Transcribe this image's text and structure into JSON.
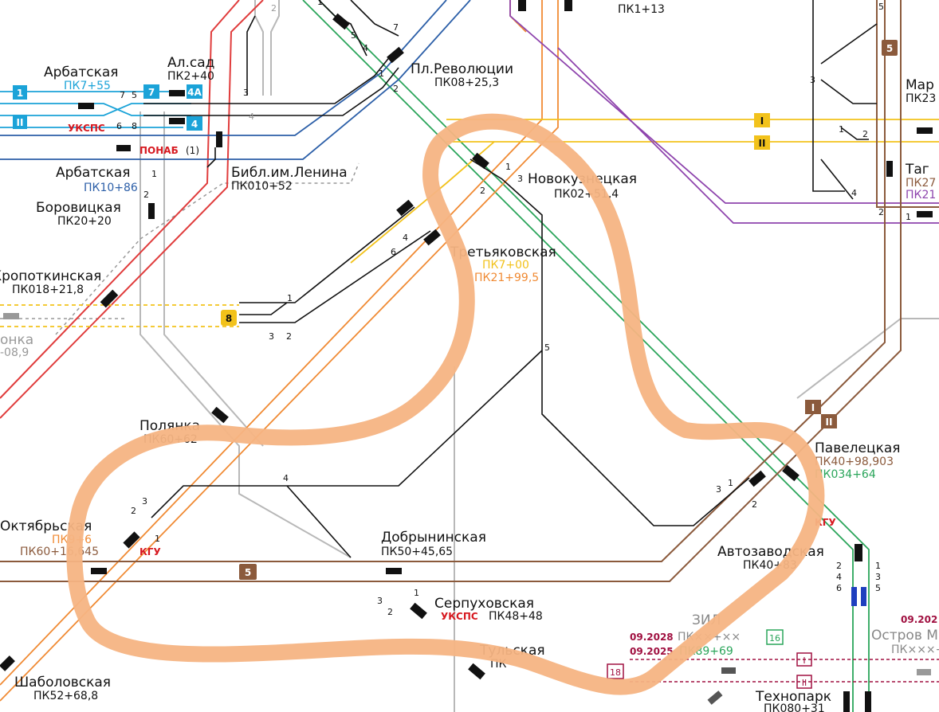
{
  "colors": {
    "line1_red": "#e03c3c",
    "line2_green": "#2aa55a",
    "line3_blue": "#2c5fa8",
    "line4_cyan": "#1ba3d8",
    "line5_brown": "#8b5a3c",
    "line6_orange": "#f08a33",
    "line7_purple": "#8e44ad",
    "line8_yellow": "#f2c21b",
    "line9_gray": "#a9a9a9",
    "highlight": "#f6b483",
    "service_track": "#111111",
    "warning_red": "#d71920"
  },
  "stations": {
    "arbatskaya_top": "Арбатская",
    "arbatskaya_top_pk": "ПК7+55",
    "al_sad": "Ал.сад",
    "al_sad_pk": "ПК2+40",
    "pl_revolyutsii": "Пл.Революции",
    "pl_revolyutsii_pk": "ПК08+25,3",
    "pk_top": "ПК1+13",
    "ukspc": "УКСПС",
    "ponab": "ПОНАБ",
    "ponab_num": "(1)",
    "arbatskaya_low": "Арбатская",
    "arbatskaya_low_pk": "ПК10+86",
    "bibl_lenina": "Библ.им.Ленина",
    "bibl_lenina_pk": "ПК010+52",
    "borovitskaya": "Боровицкая",
    "borovitskaya_pk": "ПК20+20",
    "novokuznetskaya": "Новокузнецкая",
    "novokuznetskaya_pk": "ПК02+51,4",
    "tretyakovskaya": "Третьяковская",
    "tretyakovskaya_pk1": "ПК7+00",
    "tretyakovskaya_pk2": "ПК21+99,5",
    "kropotkinskaya": "Кропоткинская",
    "kropotkinskaya_pk": "ПК018+21,8",
    "left_partial": "онка",
    "left_partial_pk": "-08,9",
    "polyanka": "Полянка",
    "polyanka_pk": "ПК60+62",
    "oktyabrskaya": "Октябрьская",
    "oktyabrskaya_pk1": "ПК9+6",
    "oktyabrskaya_pk2": "ПК60+16,645",
    "kgu": "КГУ",
    "dobryninskaya": "Добрынинская",
    "dobryninskaya_pk": "ПК50+45,65",
    "serpukhovskaya": "Серпуховская",
    "serpukhovskaya_pk": "ПК48+48",
    "paveletskaya": "Павелецкая",
    "paveletskaya_pk1": "ПК40+98,903",
    "paveletskaya_pk2": "ПК034+64",
    "avtozavodskaya": "Автозаводская",
    "avtozavodskaya_pk": "ПК40+83",
    "tulskaya": "Тульская",
    "tulskaya_pk": "ПК",
    "shabolovskaya": "Шаболовская",
    "shabolovskaya_pk": "ПК52+68,8",
    "ostrov": "Остров М",
    "ostrov_pk": "ПК×××+",
    "tekhnopark": "Технопарк",
    "tekhnopark_pk": "ПК080+31",
    "zil": "ЗИЛ",
    "zil_pk": "ПК××+××",
    "date_2028": "09.2028",
    "date_2025": "09.2025",
    "pk_date_2025": "ПК89+69",
    "date_right": "09.202",
    "mar": "Мар",
    "mar_pk": "ПК23",
    "tag": "Таг",
    "tag_pk1": "ПК27",
    "tag_pk2": "ПК21"
  },
  "badges": {
    "line1_cyan": "1",
    "line2_cyan": "II",
    "line7": "7",
    "line4a": "4А",
    "line4": "4",
    "line8": "8",
    "line5_top": "5",
    "line5_bottom": "5",
    "line1_yellow": "I",
    "line2_yellow": "II",
    "line2_brown_a": "I",
    "line2_brown_b": "II",
    "line16": "16",
    "line18": "18",
    "line1_maroon": "I",
    "line2_maroon": "II"
  },
  "track_numbers": {
    "n1": "1",
    "n2": "2",
    "n3": "3",
    "n4": "4",
    "n5": "5",
    "n6": "6",
    "n7": "7",
    "n8": "8"
  },
  "highlight_note": "hand-drawn orange loop"
}
